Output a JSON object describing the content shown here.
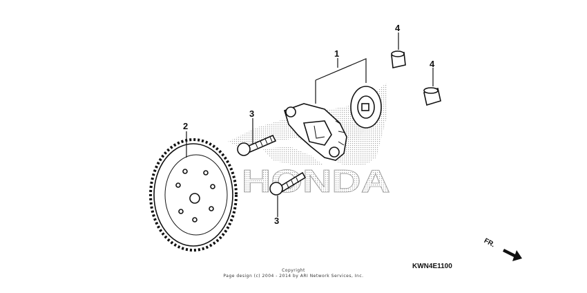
{
  "diagram": {
    "callouts": {
      "oil_pump_assy": "1",
      "driven_gear": "2",
      "bolt_upper": "3",
      "bolt_lower": "3",
      "dowel_upper": "4",
      "dowel_lower": "4"
    },
    "watermark_text": "HONDA",
    "direction_label": "FR.",
    "diagram_code": "KWN4E1100",
    "copyright_line1": "Copyright",
    "copyright_line2": "Page design (c) 2004 - 2014 by ARI Network Services, Inc."
  }
}
